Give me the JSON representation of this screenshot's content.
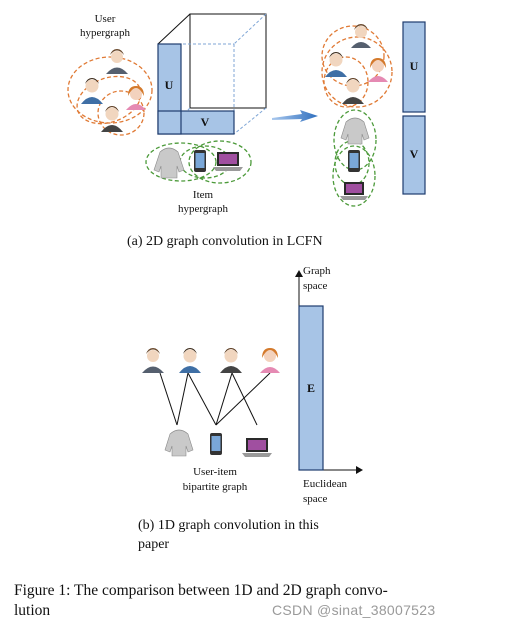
{
  "panel_a": {
    "user_label_line1": "User",
    "user_label_line2": "hypergraph",
    "item_label_line1": "Item",
    "item_label_line2": "hypergraph",
    "matrix_u": "U",
    "matrix_v": "V",
    "caption": "(a)  2D graph convolution in LCFN"
  },
  "panel_b": {
    "axis_y_line1": "Graph",
    "axis_y_line2": "space",
    "axis_x_line1": "Euclidean",
    "axis_x_line2": "space",
    "matrix_e": "E",
    "bipartite_line1": "User-item",
    "bipartite_line2": "bipartite graph",
    "caption_line1": "(b)  1D graph convolution in this",
    "caption_line2": "paper"
  },
  "figure_caption": {
    "line1": "Figure 1: The comparison between 1D and 2D graph convo-",
    "line2": "lution"
  },
  "watermark": "CSDN @sinat_38007523",
  "colors": {
    "matrix_fill": "#a7c4e6",
    "matrix_stroke": "#1f3c6e",
    "user_ellipse": "#e07a35",
    "item_ellipse": "#4c9a3a",
    "arrow": "#3f7fc8"
  }
}
